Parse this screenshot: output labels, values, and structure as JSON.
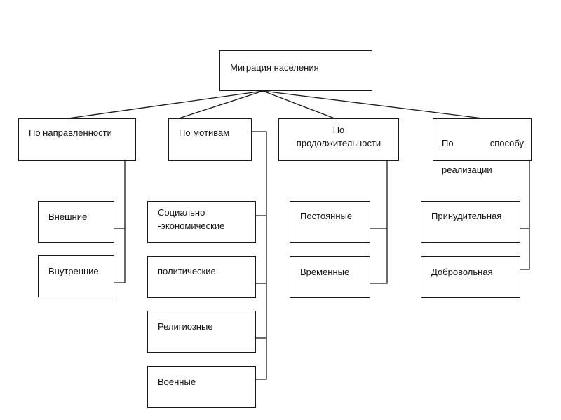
{
  "root": {
    "label": "Миграция населения"
  },
  "categories": [
    {
      "label": "По направленности",
      "items": [
        "Внешние",
        "Внутренние"
      ]
    },
    {
      "label": "По мотивам",
      "items": [
        "Социально\n-экономические",
        "политические",
        "Религиозные",
        "Военные"
      ]
    },
    {
      "label": "По\nпродолжительности",
      "items": [
        "Постоянные",
        "Временные"
      ]
    },
    {
      "label_words": [
        "По",
        "способу"
      ],
      "label_line2": "реализации",
      "items": [
        "Принудительная",
        "Добровольная"
      ]
    }
  ]
}
